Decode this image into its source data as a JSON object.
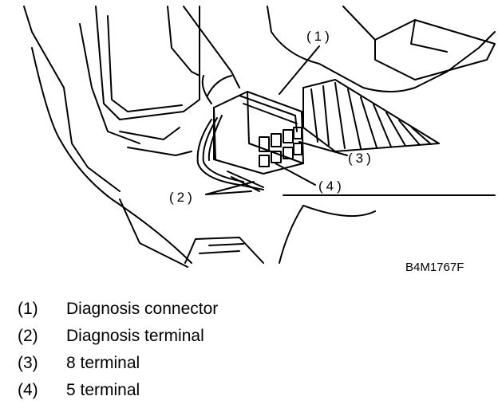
{
  "callouts": {
    "c1": "(1)",
    "c2": "(2)",
    "c3": "(3)",
    "c4": "(4)"
  },
  "figure_id": "B4M1767F",
  "legend": [
    {
      "num": "(1)",
      "text": "Diagnosis connector"
    },
    {
      "num": "(2)",
      "text": "Diagnosis terminal"
    },
    {
      "num": "(3)",
      "text": "8 terminal"
    },
    {
      "num": "(4)",
      "text": "5 terminal"
    }
  ]
}
